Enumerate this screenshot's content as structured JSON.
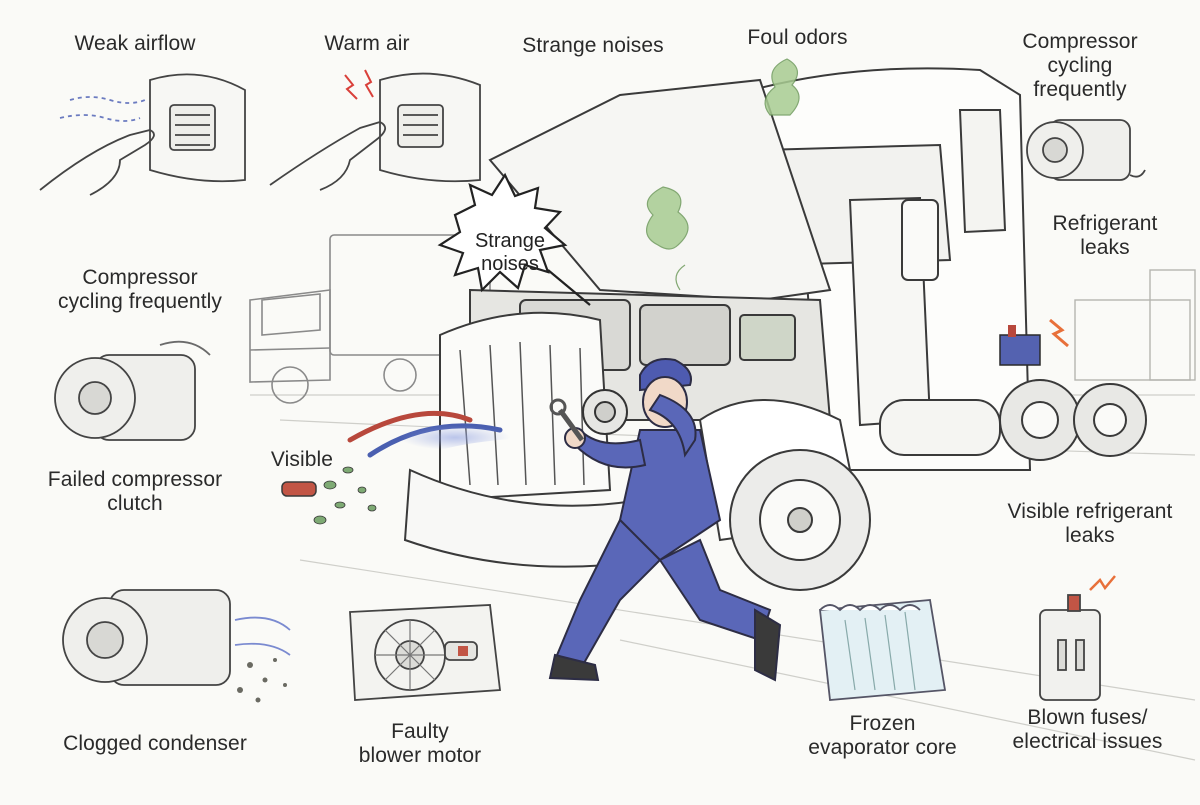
{
  "labels": {
    "weak_airflow": "Weak airflow",
    "warm_air": "Warm air",
    "strange_noises_top": "Strange noises",
    "foul_odors": "Foul odors",
    "compressor_cycling_top": "Compressor\ncycling\nfrequently",
    "refrigerant_leaks": "Refrigerant\nleaks",
    "compressor_cycling_left": "Compressor\ncycling frequently",
    "strange_noises_burst": "Strange\nnoises",
    "visible": "Visible",
    "failed_clutch": "Failed compressor\nclutch",
    "visible_refrigerant_leaks": "Visible refrigerant\nleaks",
    "clogged_condenser": "Clogged condenser",
    "faulty_blower": "Faulty\nblower motor",
    "frozen_evaporator": "Frozen\nevaporator core",
    "blown_fuses": "Blown fuses/\nelectrical issues"
  },
  "colors": {
    "ink": "#3a3a3a",
    "paper": "#fafaf7",
    "mechanic_blue": "#5a67b8",
    "odor_green": "#9cc48a",
    "hose_red": "#b8483c",
    "hose_blue": "#4a5fb0",
    "spark_orange": "#e8703a",
    "ice_blue": "#bfe0ea"
  },
  "icons": [
    "hand-vent-icon",
    "compressor-icon",
    "blower-motor-icon",
    "evaporator-icon",
    "fuse-icon",
    "semi-truck-icon",
    "mechanic-icon",
    "odor-cloud-icon",
    "spark-icon"
  ]
}
